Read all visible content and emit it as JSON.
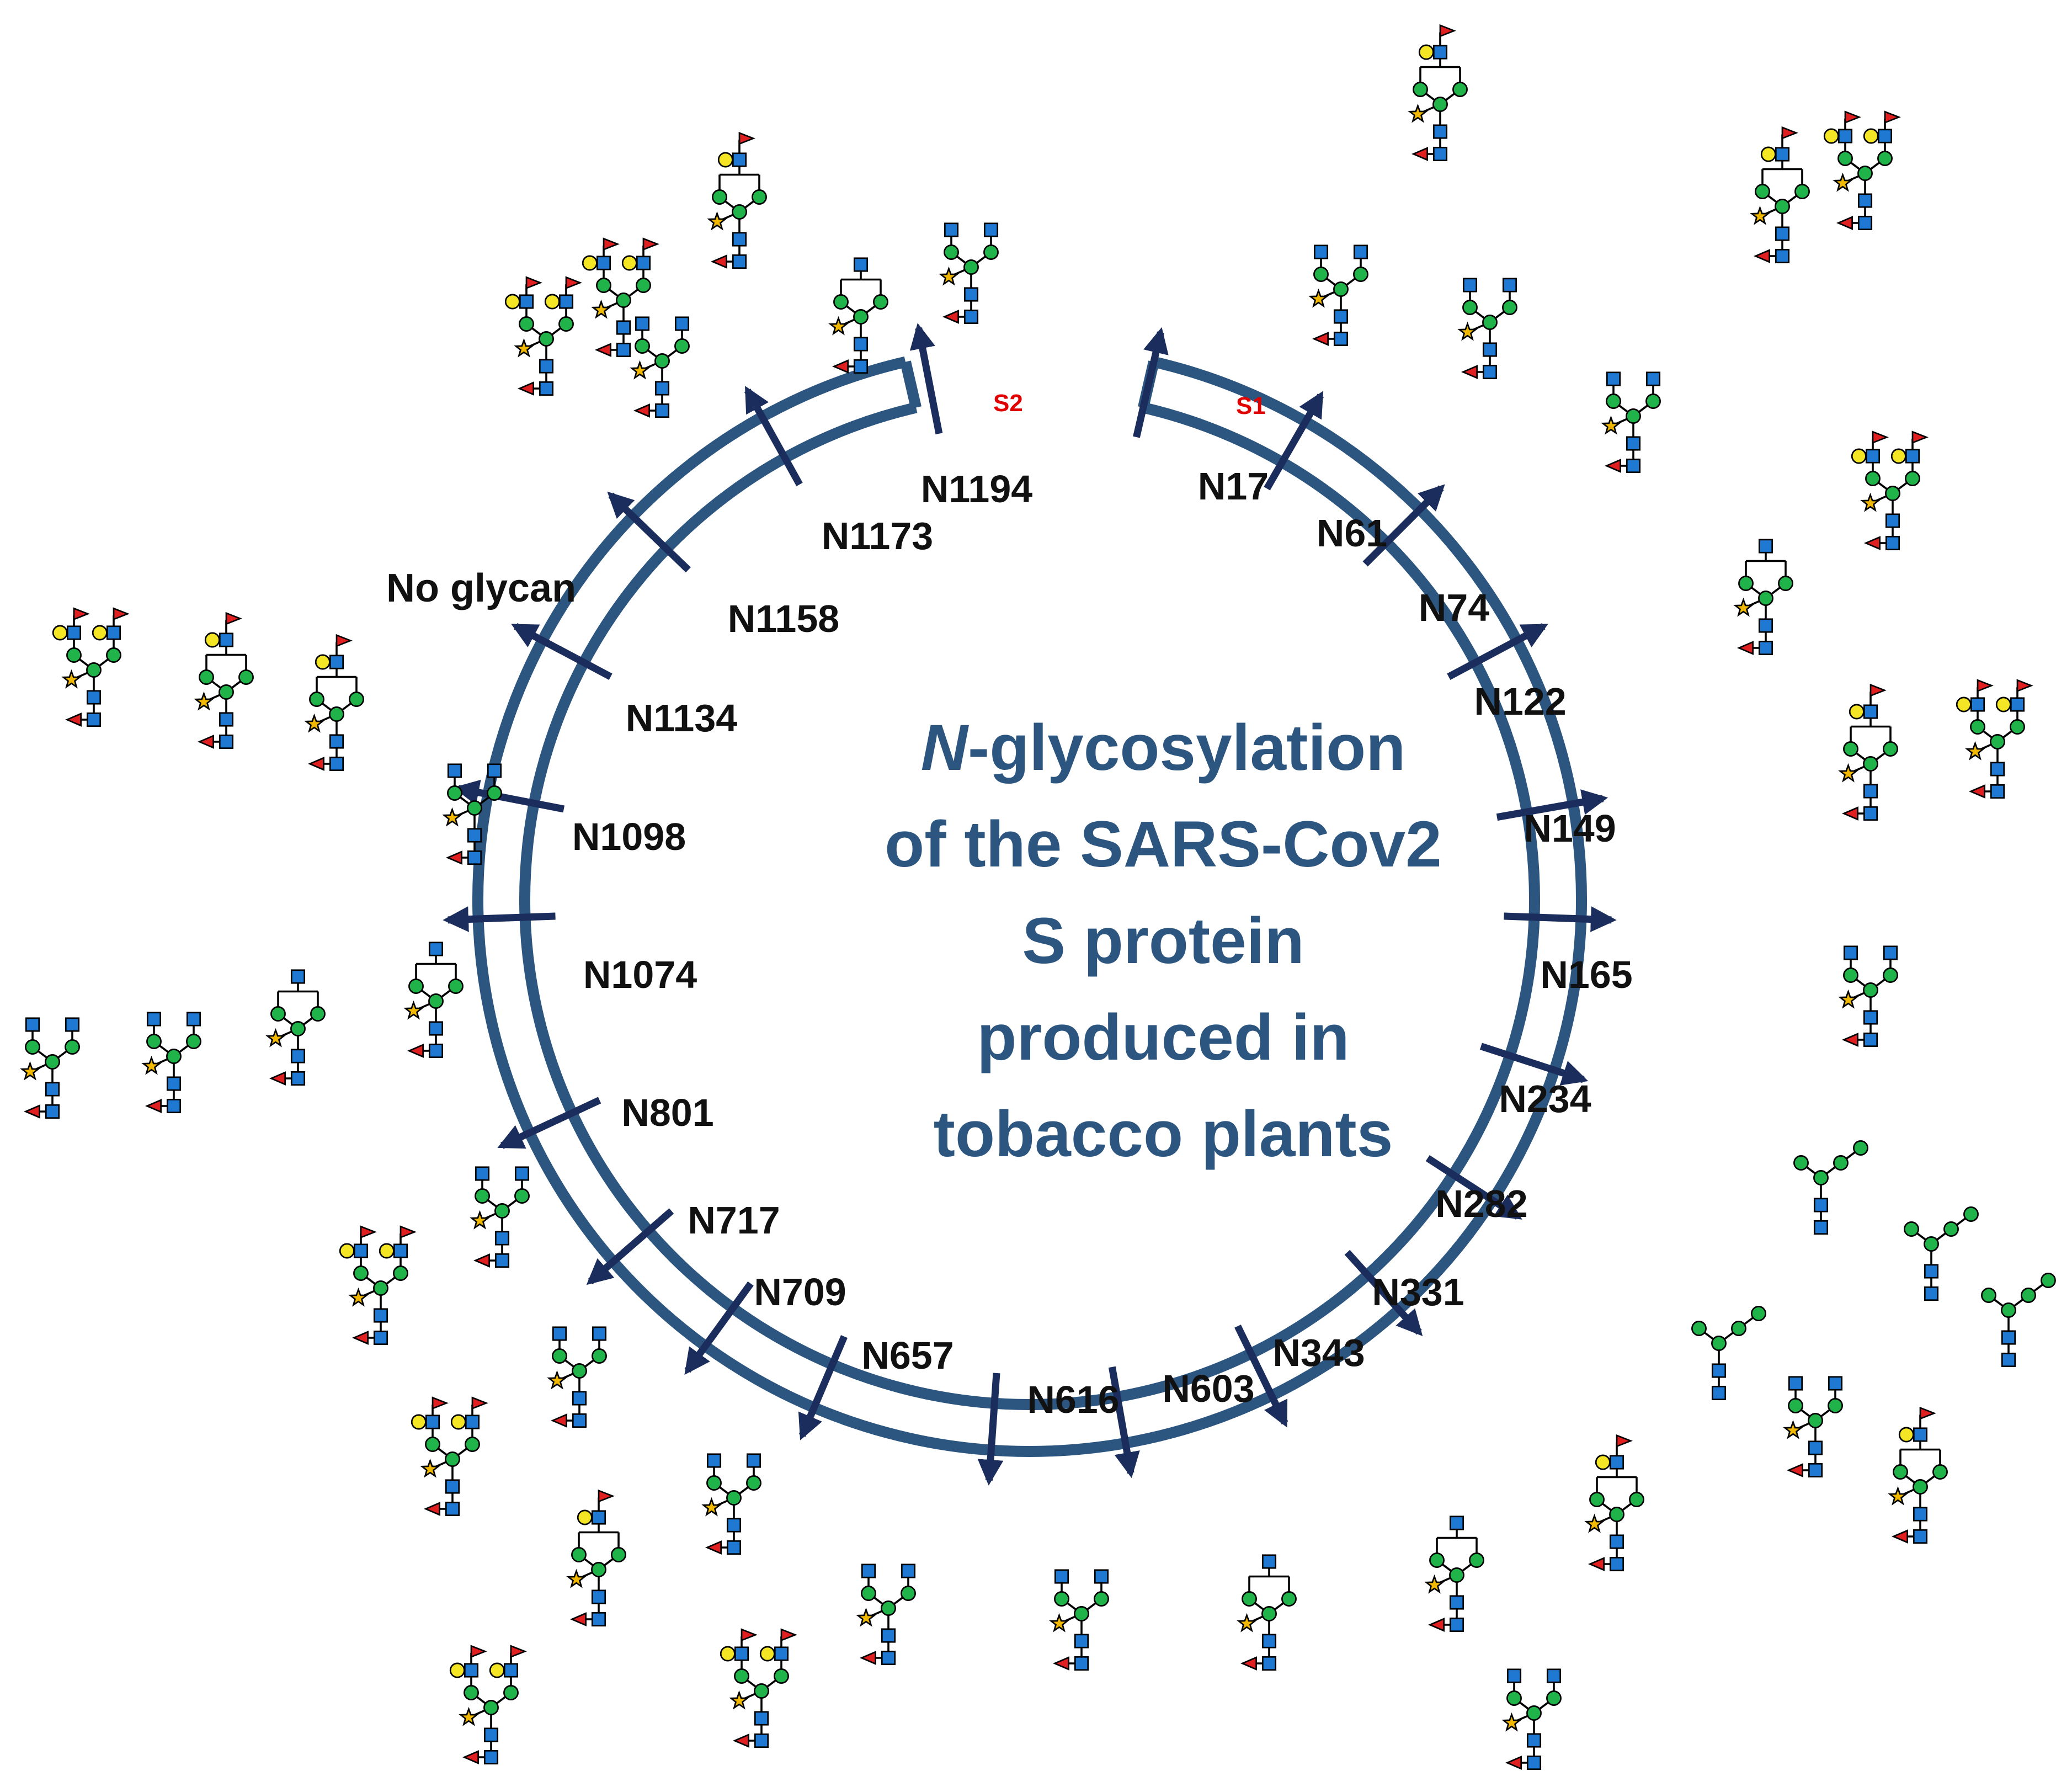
{
  "title": {
    "lines": [
      "N-glycosylation",
      "of the SARS-Cov2",
      "S protein",
      "produced in",
      "tobacco plants"
    ],
    "italic_prefix": "N"
  },
  "segments": [
    {
      "name": "S1",
      "label": "S1"
    },
    {
      "name": "S2",
      "label": "S2"
    }
  ],
  "no_glycan_label": "No glycan",
  "sites": [
    {
      "label": "N17"
    },
    {
      "label": "N61"
    },
    {
      "label": "N74"
    },
    {
      "label": "N122"
    },
    {
      "label": "N149"
    },
    {
      "label": "N165"
    },
    {
      "label": "N234"
    },
    {
      "label": "N282"
    },
    {
      "label": "N331"
    },
    {
      "label": "N343"
    },
    {
      "label": "N603"
    },
    {
      "label": "N616"
    },
    {
      "label": "N657"
    },
    {
      "label": "N709"
    },
    {
      "label": "N717"
    },
    {
      "label": "N801"
    },
    {
      "label": "N1074"
    },
    {
      "label": "N1098"
    },
    {
      "label": "N1134"
    },
    {
      "label": "N1158"
    },
    {
      "label": "N1173"
    },
    {
      "label": "N1194"
    }
  ],
  "colors": {
    "ring": "#2c5680",
    "arrow": "#1b2d5c",
    "title": "#2c5680",
    "segment_label": "#e00000",
    "glcnac": "#1f78d1",
    "mannose": "#1fb34a",
    "galactose": "#f5e625",
    "fucose": "#e02020",
    "xylose": "#f0b800"
  },
  "glycan_icons": {
    "glcnac": "blue-square-glcnac-icon",
    "mannose": "green-circle-mannose-icon",
    "galactose": "yellow-circle-galactose-icon",
    "fucose": "red-triangle-fucose-icon",
    "xylose": "orange-star-xylose-icon"
  }
}
